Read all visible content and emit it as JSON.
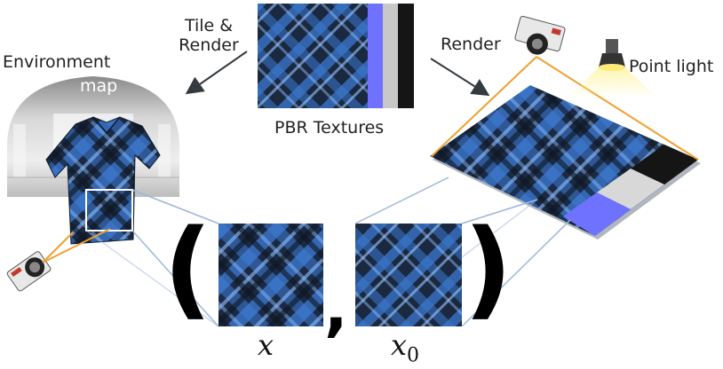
{
  "labels": {
    "tile_render": "Tile &\nRender",
    "render": "Render",
    "environment": "Environment",
    "map": "map",
    "pbr_textures": "PBR Textures",
    "point_light": "Point light"
  },
  "math": {
    "x_left": "x",
    "x_right_base": "x",
    "x_right_sub": "0"
  },
  "colors": {
    "fabric_dark": "#1b2a44",
    "fabric_blue": "#3d7bd4",
    "normal_map": "#6f72ff",
    "roughness": "#c8c8c8",
    "metallic": "#151515",
    "arrow": "#333a40",
    "light_ray": "#f0a030"
  },
  "icons": [
    "camera-icon",
    "point-light-icon",
    "arrow-icon"
  ]
}
